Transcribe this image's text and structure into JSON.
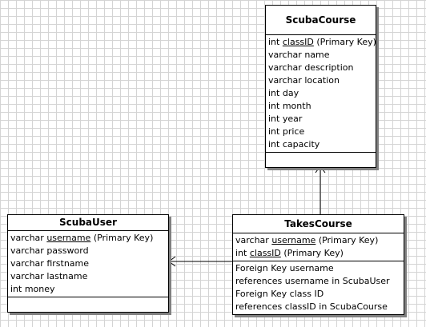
{
  "classes": {
    "scuba_course": {
      "name": "ScubaCourse",
      "attributes": [
        {
          "type": "int",
          "name": "classID",
          "note": "(Primary Key)"
        },
        {
          "type": "varchar",
          "name": "name"
        },
        {
          "type": "varchar",
          "name": "description"
        },
        {
          "type": "varchar",
          "name": "location"
        },
        {
          "type": "int",
          "name": "day"
        },
        {
          "type": "int",
          "name": "month"
        },
        {
          "type": "int",
          "name": "year"
        },
        {
          "type": "int",
          "name": "price"
        },
        {
          "type": "int",
          "name": "capacity"
        }
      ]
    },
    "scuba_user": {
      "name": "ScubaUser",
      "attributes": [
        {
          "type": "varchar",
          "name": "username",
          "note": "(Primary Key)"
        },
        {
          "type": "varchar",
          "name": "password"
        },
        {
          "type": "varchar",
          "name": "firstname"
        },
        {
          "type": "varchar",
          "name": "lastname"
        },
        {
          "type": "int",
          "name": "money"
        }
      ]
    },
    "takes_course": {
      "name": "TakesCourse",
      "attributes": [
        {
          "type": "varchar",
          "name": "username",
          "note": "(Primary Key)"
        },
        {
          "type": "int",
          "name": "classID",
          "note": "(Primary Key)"
        }
      ],
      "constraints": [
        "Foreign Key username",
        "references username in ScubaUser",
        "Foreign Key class ID",
        "references classID in ScubaCourse"
      ]
    }
  },
  "connectors": [
    {
      "from": "TakesCourse",
      "to": "ScubaCourse",
      "arrow": "open"
    },
    {
      "from": "TakesCourse",
      "to": "ScubaUser",
      "arrow": "open"
    }
  ]
}
